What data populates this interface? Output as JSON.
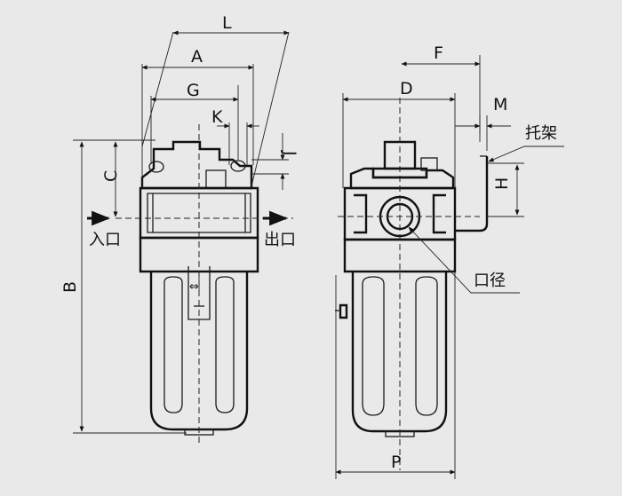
{
  "dimension_labels": {
    "L": "L",
    "A": "A",
    "G": "G",
    "K": "K",
    "J": "J",
    "C": "C",
    "B": "B",
    "F": "F",
    "D": "D",
    "M": "M",
    "H": "H",
    "P": "P"
  },
  "callouts": {
    "inlet": "入口",
    "outlet": "出口",
    "bracket": "托架",
    "port_size": "口径"
  }
}
